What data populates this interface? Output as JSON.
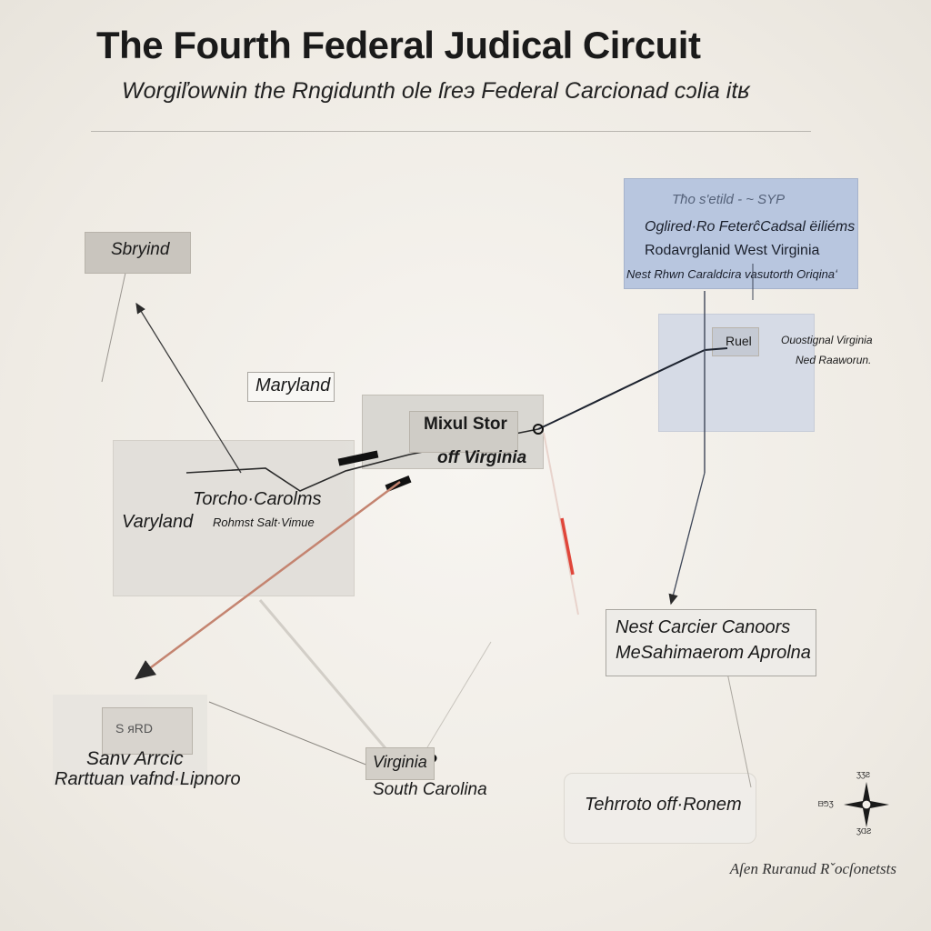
{
  "header": {
    "title": "The Fourth Federal Judical Circuit",
    "subtitle": "Worgiľowɴin the Rngidunth ole ſreэ Federal Carcionad cɔlia itʁ"
  },
  "panel_top_right": {
    "line1": "Tħo s'etild -  ~ SYP",
    "line2": "Oglired·Ro FeterĉCadsal ëiliéms",
    "line3": "Rodavrglanid West Virginia",
    "line4": "Nest Rhwn Caraldcira vasutorth Oriqinaʻ"
  },
  "panel_right_mid": {
    "chip": "Ruel",
    "line1": "Ouostignal Virginia",
    "line2": "Ned Raaworun."
  },
  "labels": {
    "top_left_box": "Sbryind",
    "maryland": "Maryland",
    "center_line1": "Mixul Stor",
    "center_line2": "off Virginia",
    "left_panel_line1": "Torcho·Carolms",
    "left_panel_line2": "Varyland",
    "left_panel_line3": "Rohmst Salt·Vimue",
    "right_box_line1": "Nest Carcier Canoors",
    "right_box_line2": "MeSahimaerom Aprolna",
    "bottom_left_line1": "Sanv Arrcic",
    "bottom_left_line2": "Rarttuan vafnd·Lipnoro",
    "bottom_center_line1": "Virginia",
    "bottom_center_line2": "South Carolina",
    "bottom_right_box": "Tehrroto off·Ronem",
    "ghost_chip": "S ᴙRD"
  },
  "compass": {
    "north": "ƷƷƧ",
    "south": "ƷᗡƧ",
    "west": "ᗷᕤƷ"
  },
  "footer": "Aſen Ruranud Rˇocſonetsts",
  "colors": {
    "background": "#f2efe9",
    "blue_panel": "#b8c6df",
    "accent_red": "#e0463a",
    "arrow_red": "#c06a52"
  }
}
